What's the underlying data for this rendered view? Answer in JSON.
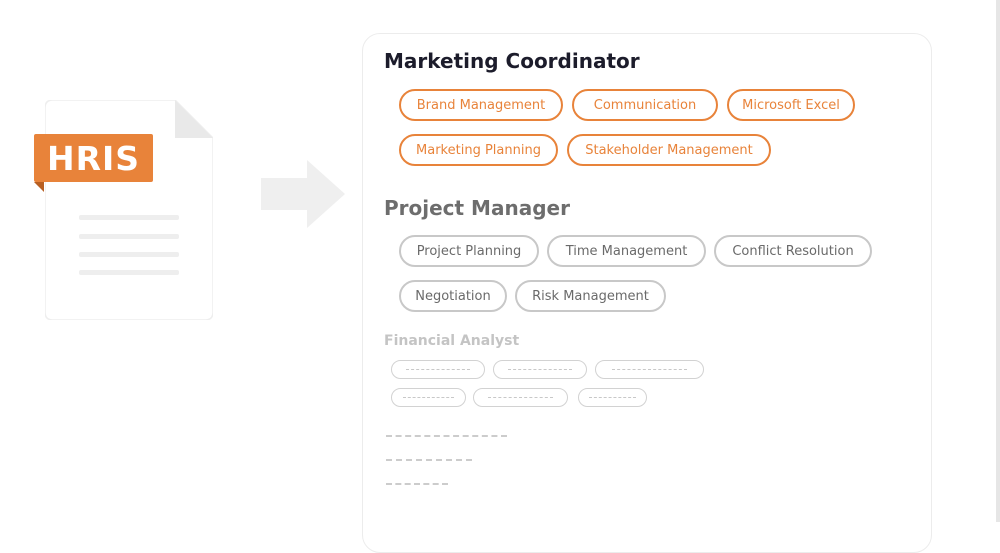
{
  "hris_label": "HRIS",
  "roles": [
    {
      "title": "Marketing Coordinator",
      "skills": [
        "Brand Management",
        "Communication",
        "Microsoft Excel",
        "Marketing Planning",
        "Stakeholder Management"
      ]
    },
    {
      "title": "Project Manager",
      "skills": [
        "Project Planning",
        "Time Management",
        "Conflict Resolution",
        "Negotiation",
        "Risk Management"
      ]
    },
    {
      "title": "Financial Analyst",
      "skills": []
    }
  ],
  "colors": {
    "accent": "#e8833a",
    "primary_text": "#1c1c2b",
    "secondary_text": "#6d6d6d",
    "muted": "#c4c4c4"
  }
}
